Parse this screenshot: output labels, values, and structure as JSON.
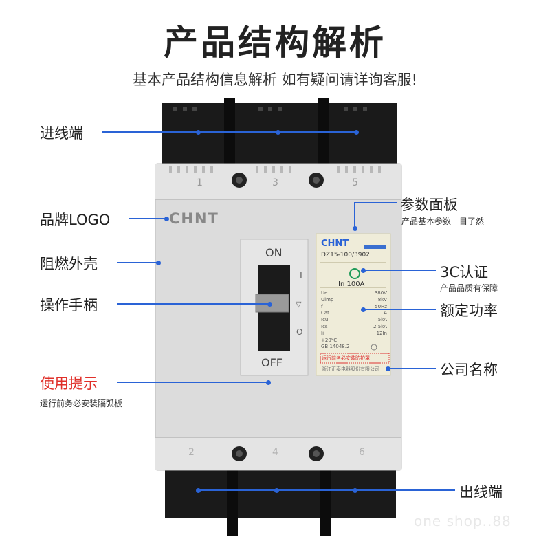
{
  "title": "产品结构解析",
  "subtitle": "基本产品结构信息解析 如有疑问请详询客服!",
  "labels": {
    "incoming": "进线端",
    "brand_logo": "品牌LOGO",
    "housing": "阻燃外壳",
    "handle": "操作手柄",
    "usage_tip": "使用提示",
    "usage_tip_sub": "运行前务必安装隔弧板",
    "param_panel": "参数面板",
    "param_panel_sub": "产品基本参数一目了然",
    "cert": "3C认证",
    "cert_sub": "产品品质有保障",
    "rated_power": "额定功率",
    "company": "公司名称",
    "outgoing": "出线端"
  },
  "device": {
    "brand": "CHNT",
    "top_terminals": [
      "1",
      "3",
      "5"
    ],
    "bottom_terminals": [
      "2",
      "4",
      "6"
    ],
    "switch_on": "ON",
    "switch_off": "OFF",
    "symbols": [
      "I",
      "▽",
      "O"
    ],
    "panel": {
      "brand": "CHNT",
      "model": "DZ15-100/3902",
      "rating": "In  100A",
      "param_keys": [
        "Ue",
        "Uimp",
        "f",
        "Cat",
        "Icu",
        "Ics",
        "Ii",
        "+20°C",
        "GB 14048.2"
      ],
      "param_values": [
        "380V",
        "8kV",
        "50Hz",
        "A",
        "5kA",
        "2.5kA",
        "12In",
        "",
        ""
      ],
      "warning": "运行前务必安装防护罩",
      "company": "浙江正泰电器股份有限公司"
    }
  },
  "watermark": "one shop..88",
  "colors": {
    "accent": "#2a63d6",
    "warning": "#e0302a"
  }
}
